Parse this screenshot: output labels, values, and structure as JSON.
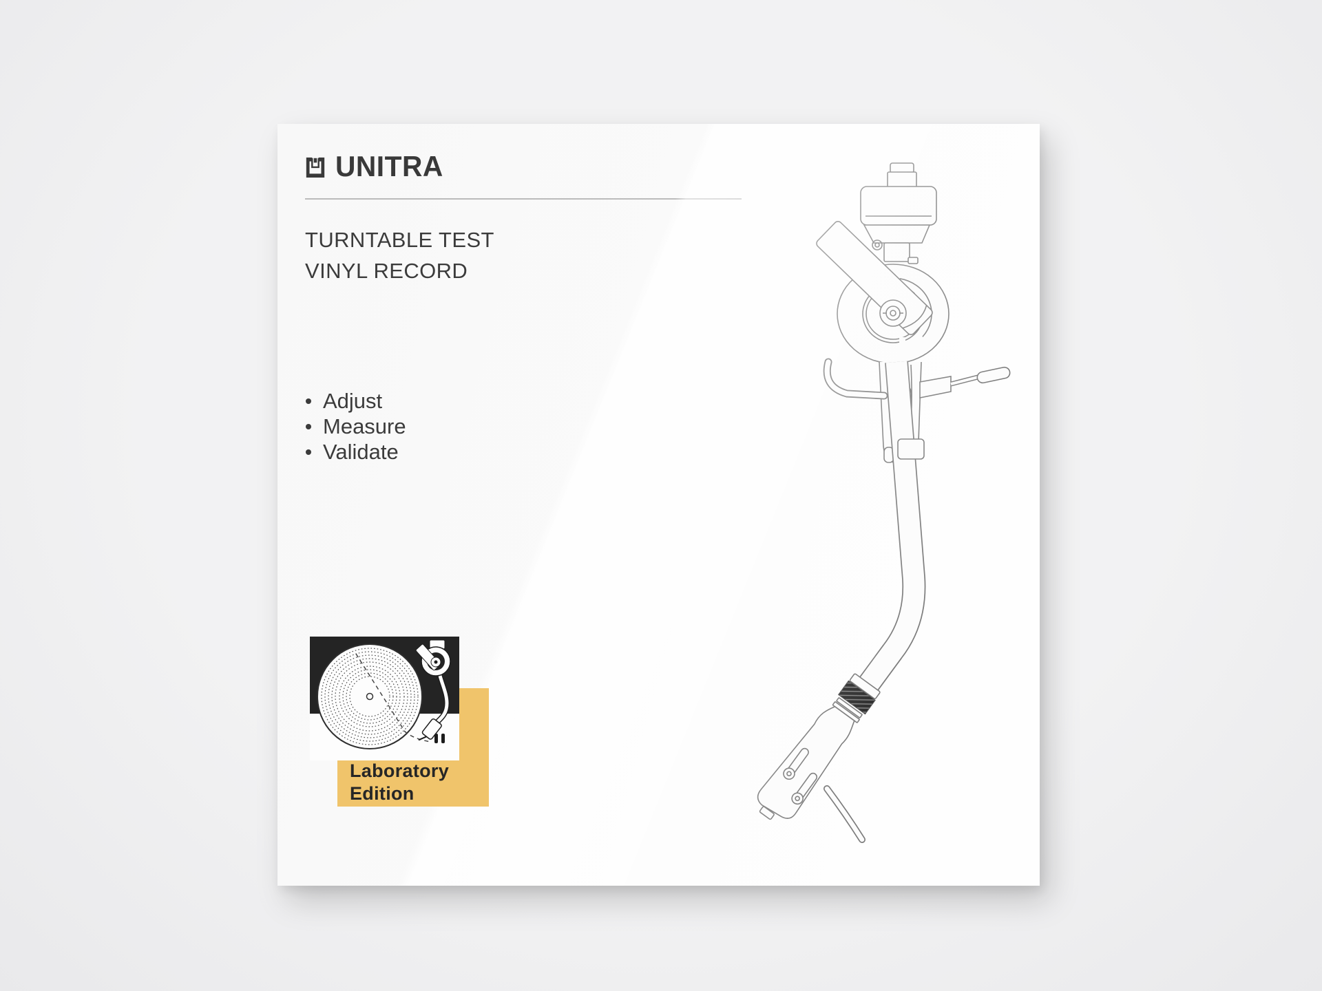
{
  "page": {
    "background_color": "#f0f0f1"
  },
  "cover": {
    "brand": {
      "wordmark": "UNITRA",
      "icon": "unitra-u-mark",
      "color": "#3a3a3a"
    },
    "title_lines": [
      "TURNTABLE TEST",
      "VINYL RECORD"
    ],
    "features": [
      "Adjust",
      "Measure",
      "Validate"
    ],
    "badge": {
      "lines": [
        "Laboratory",
        "Edition"
      ],
      "accent_color": "#f0c46b",
      "panel_color": "#242424",
      "art": "turntable-top-view-thumbnail"
    },
    "illustration": "tonearm-top-view-line-drawing"
  }
}
